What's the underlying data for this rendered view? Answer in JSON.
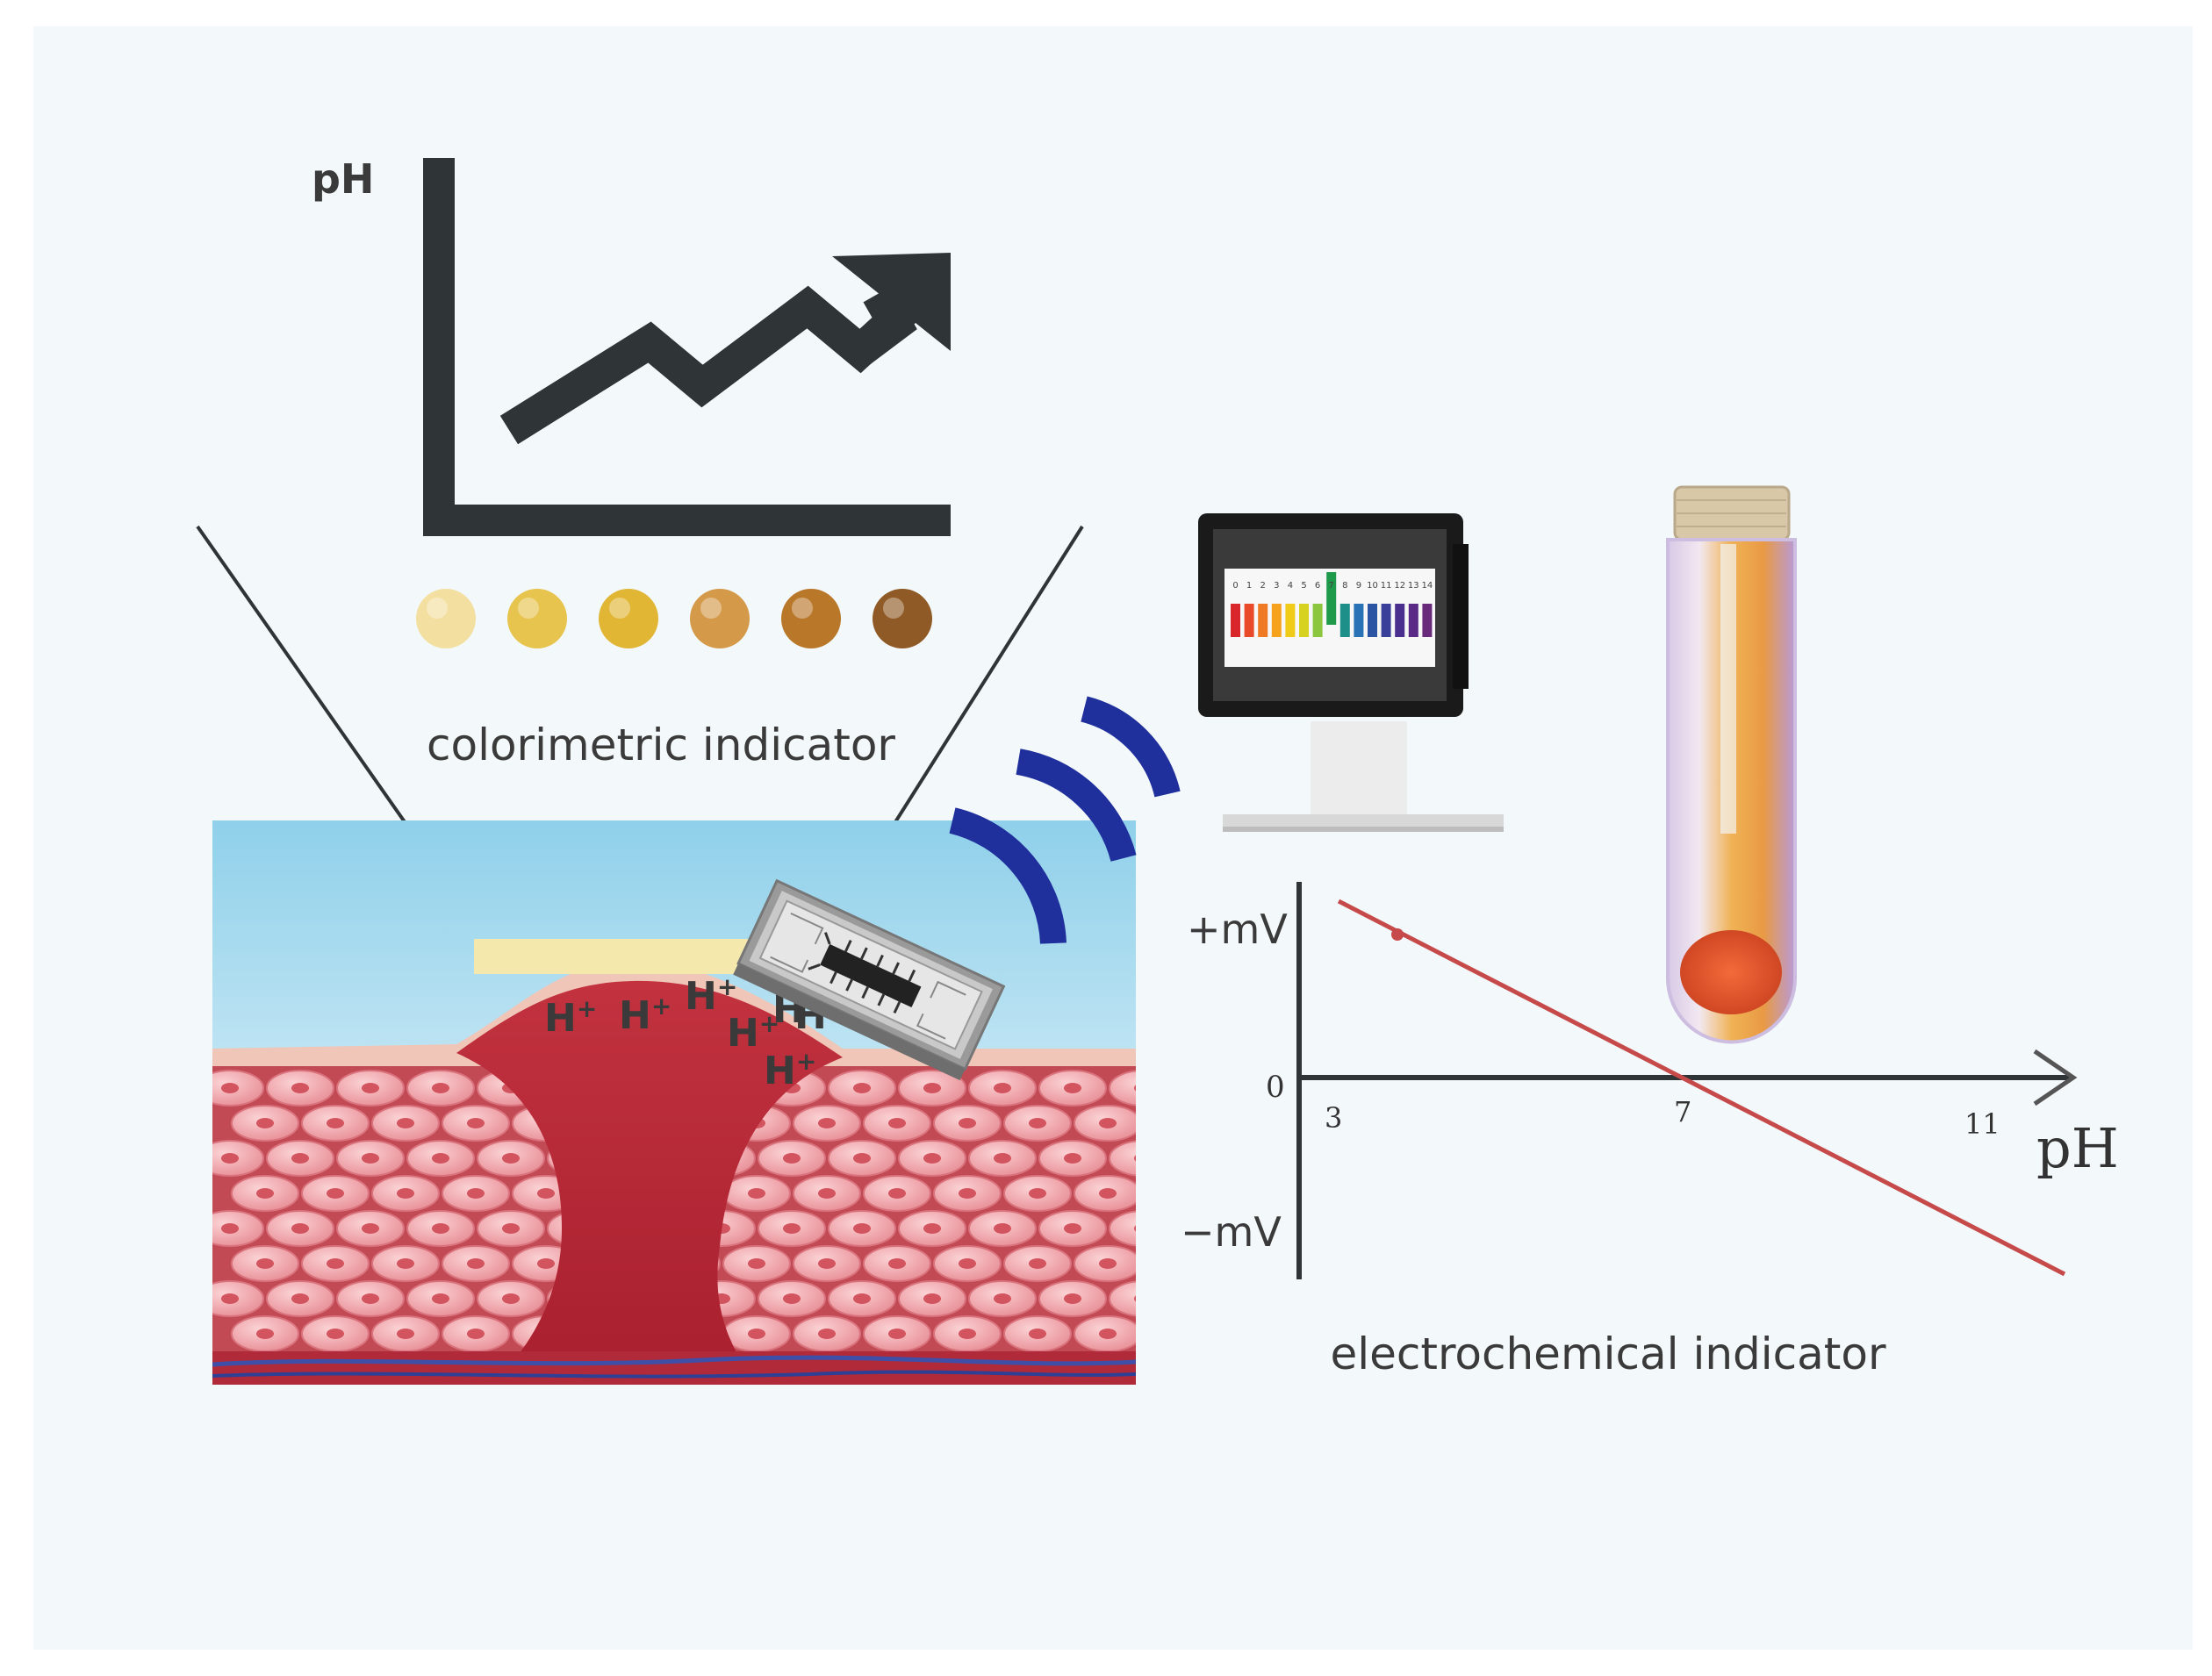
{
  "colorimetric": {
    "axis_label": "pH",
    "caption": "colorimetric indicator",
    "swatches": [
      "#f3dfa0",
      "#e7c44e",
      "#e1b634",
      "#d49a4a",
      "#b9772a",
      "#8f5a25"
    ]
  },
  "wound": {
    "ion_label": "H",
    "ion_charge": "+",
    "ion_count": 7
  },
  "reader": {
    "scale_numbers": [
      "0",
      "1",
      "2",
      "3",
      "4",
      "5",
      "6",
      "7",
      "8",
      "9",
      "10",
      "11",
      "12",
      "13",
      "14"
    ],
    "scale_colors": [
      "#d8262b",
      "#e84a2a",
      "#ef7a23",
      "#f7a21c",
      "#f1cb1a",
      "#d6d21f",
      "#8cc63e",
      "#1e9a4a",
      "#1f8f8a",
      "#2872b5",
      "#2b55a3",
      "#3a3f99",
      "#4b2f8e",
      "#5a2a86",
      "#6a2a7c"
    ],
    "highlight_index": 7
  },
  "electrochemical": {
    "caption": "electrochemical indicator",
    "y_top_label": "+mV",
    "y_bottom_label": "−mV",
    "origin_label": "0",
    "x_label": "pH",
    "x_ticks": [
      "3",
      "7",
      "11"
    ],
    "line_color": "#c64a4a"
  },
  "colors": {
    "axis": "#2f3436",
    "wireless": "#1f2f9c",
    "tissue": "#b8303a",
    "skin_top": "#8fd0ea"
  }
}
